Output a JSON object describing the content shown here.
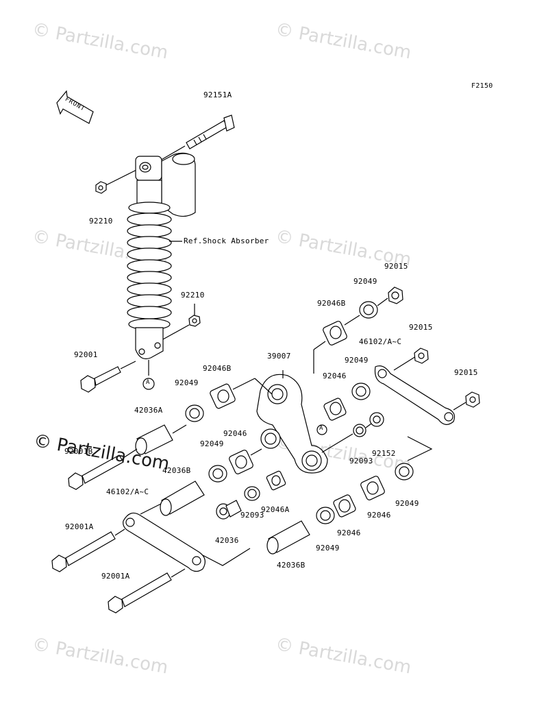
{
  "figure_code": "F2150",
  "front_label": "FRONT",
  "watermark": "© Partzilla.com",
  "callout_marker": "A",
  "reference_label": "Ref.Shock Absorber",
  "parts": [
    {
      "id": "p-92151a",
      "label": "92151A"
    },
    {
      "id": "p-92210-top",
      "label": "92210"
    },
    {
      "id": "p-92210-mid",
      "label": "92210"
    },
    {
      "id": "p-92001",
      "label": "92001"
    },
    {
      "id": "p-92015-a",
      "label": "92015"
    },
    {
      "id": "p-92049-a",
      "label": "92049"
    },
    {
      "id": "p-92046b-a",
      "label": "92046B"
    },
    {
      "id": "p-92015-b",
      "label": "92015"
    },
    {
      "id": "p-46102-a",
      "label": "46102/A~C"
    },
    {
      "id": "p-39007",
      "label": "39007"
    },
    {
      "id": "p-92049-b",
      "label": "92049"
    },
    {
      "id": "p-92015-c",
      "label": "92015"
    },
    {
      "id": "p-92046-a",
      "label": "92046"
    },
    {
      "id": "p-92046b-b",
      "label": "92046B"
    },
    {
      "id": "p-92049-c",
      "label": "92049"
    },
    {
      "id": "p-42036a",
      "label": "42036A"
    },
    {
      "id": "p-92046-b",
      "label": "92046"
    },
    {
      "id": "p-92049-d",
      "label": "92049"
    },
    {
      "id": "p-92152",
      "label": "92152"
    },
    {
      "id": "p-92093-a",
      "label": "92093"
    },
    {
      "id": "p-92001b",
      "label": "92001B"
    },
    {
      "id": "p-42036b-a",
      "label": "42036B"
    },
    {
      "id": "p-46102-b",
      "label": "46102/A~C"
    },
    {
      "id": "p-92049-e",
      "label": "92049"
    },
    {
      "id": "p-92093-b",
      "label": "92093"
    },
    {
      "id": "p-92046a",
      "label": "92046A"
    },
    {
      "id": "p-92046-c",
      "label": "92046"
    },
    {
      "id": "p-92001a-a",
      "label": "92001A"
    },
    {
      "id": "p-42036",
      "label": "42036"
    },
    {
      "id": "p-92049-f",
      "label": "92049"
    },
    {
      "id": "p-92046-d",
      "label": "92046"
    },
    {
      "id": "p-42036b-b",
      "label": "42036B"
    },
    {
      "id": "p-92001a-b",
      "label": "92001A"
    }
  ]
}
